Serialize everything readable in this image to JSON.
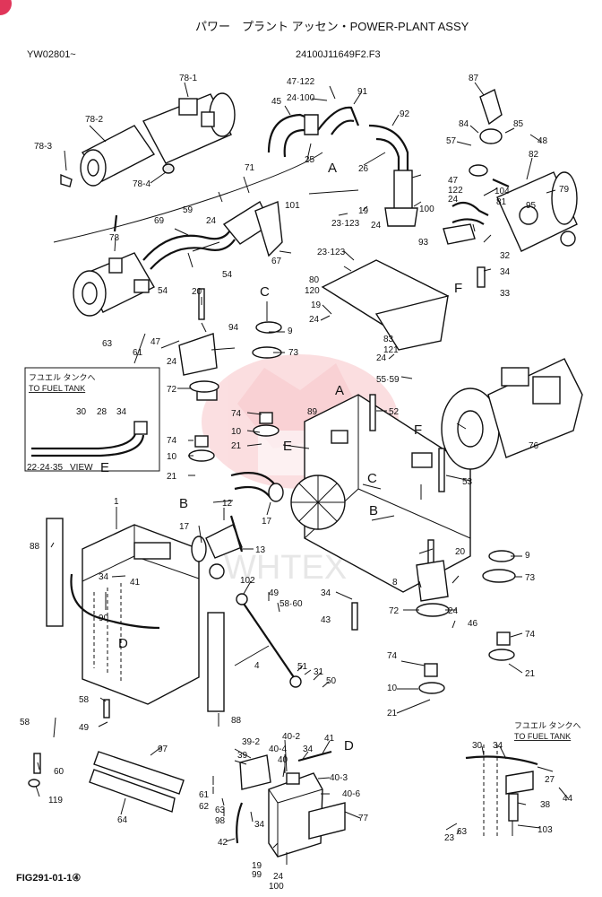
{
  "header": {
    "title": "パワー　プラント アッセン・POWER-PLANT ASSY",
    "serial": "YW02801~",
    "drawing_no": "24100J11649F2.F3"
  },
  "footer": {
    "figure_id": "FIG291-01-1④"
  },
  "watermark": {
    "text": "WHTEX"
  },
  "view_e": {
    "line1": "フユエル タンクへ",
    "line2": "TO FUEL TANK",
    "parts": "22·24·35",
    "view_label": "VIEW",
    "view_letter": "E"
  },
  "fuel_tank_note": {
    "line1": "フユエル タンクへ",
    "line2": "TO FUEL TANK"
  },
  "letters": {
    "a": "A",
    "b": "B",
    "c": "C",
    "d": "D",
    "e": "E",
    "f": "F"
  },
  "callouts": {
    "c47_122": "47·122",
    "c24_100": "24·100",
    "c91": "91",
    "c45": "45",
    "c92": "92",
    "c25": "25",
    "c26": "26",
    "c87": "87",
    "c84": "84",
    "c85": "85",
    "c57": "57",
    "c48": "48",
    "c82": "82",
    "c47_122b": "47\n122",
    "c24a": "24",
    "c104": "104",
    "c81": "81",
    "c79": "79",
    "c95": "95",
    "c100": "100",
    "c93": "93",
    "c78_1": "78-1",
    "c78_2": "78-2",
    "c78_3": "78-3",
    "c78_4": "78-4",
    "c78": "78",
    "c71": "71",
    "c101": "101",
    "c19a": "19",
    "c24b": "24",
    "c59": "59",
    "c24c": "24",
    "c69": "69",
    "c67": "67",
    "c54a": "54",
    "c54b": "54",
    "c23_123a": "23·123",
    "c23_123b": "23·123",
    "c80": "80",
    "c120": "120",
    "c19b": "19",
    "c24d": "24",
    "c32": "32",
    "c34a": "34",
    "c33": "33",
    "c63a": "63",
    "c61a": "61",
    "c20a": "20",
    "c94": "94",
    "c47a": "47",
    "c24e": "24",
    "c9a": "9",
    "c73a": "73",
    "c83": "83",
    "c121": "121",
    "c24f": "24",
    "c55_59": "55·59",
    "c72a": "72",
    "c74a": "74",
    "c10a": "10",
    "c21a": "21",
    "c74b": "74",
    "c10b": "10",
    "c21b": "21",
    "c30a": "30",
    "c28": "28",
    "c34b": "34",
    "c89": "89",
    "c52": "52",
    "c76": "76",
    "c53": "53",
    "c1": "1",
    "c12": "12",
    "c17a": "17",
    "c17b": "17",
    "c13": "13",
    "c88a": "88",
    "c34c": "34",
    "c41a": "41",
    "c90": "90",
    "c20b": "20",
    "c9b": "9",
    "c73b": "73",
    "c8": "8",
    "c102": "102",
    "c49a": "49",
    "c58_60": "58·60",
    "c34d": "34",
    "c43": "43",
    "c72b": "72",
    "c24g": "24",
    "c46": "46",
    "c74c": "74",
    "c21c": "21",
    "c74d": "74",
    "c10c": "10",
    "c21d": "21",
    "c4": "4",
    "c51": "51",
    "c31": "31",
    "c50": "50",
    "c88b": "88",
    "c58a": "58",
    "c58b": "58",
    "c49b": "49",
    "c60": "60",
    "c119": "119",
    "c97": "97",
    "c64": "64",
    "c39_2": "39-2",
    "c39": "39",
    "c40_2": "40-2",
    "c40_4": "40-4",
    "c40": "40",
    "c34e": "34",
    "c41b": "41",
    "c40_3": "40-3",
    "c40_6": "40-6",
    "c77": "77",
    "c61b": "61",
    "c62": "62",
    "c63b": "63",
    "c98": "98",
    "c34f": "34",
    "c42": "42",
    "c19c": "19",
    "c99": "99",
    "c24h": "24",
    "c100b": "100",
    "c30b": "30",
    "c34g": "34",
    "c27": "27",
    "c44": "44",
    "c38": "38",
    "c23": "23",
    "c63c": "63",
    "c103": "103"
  }
}
